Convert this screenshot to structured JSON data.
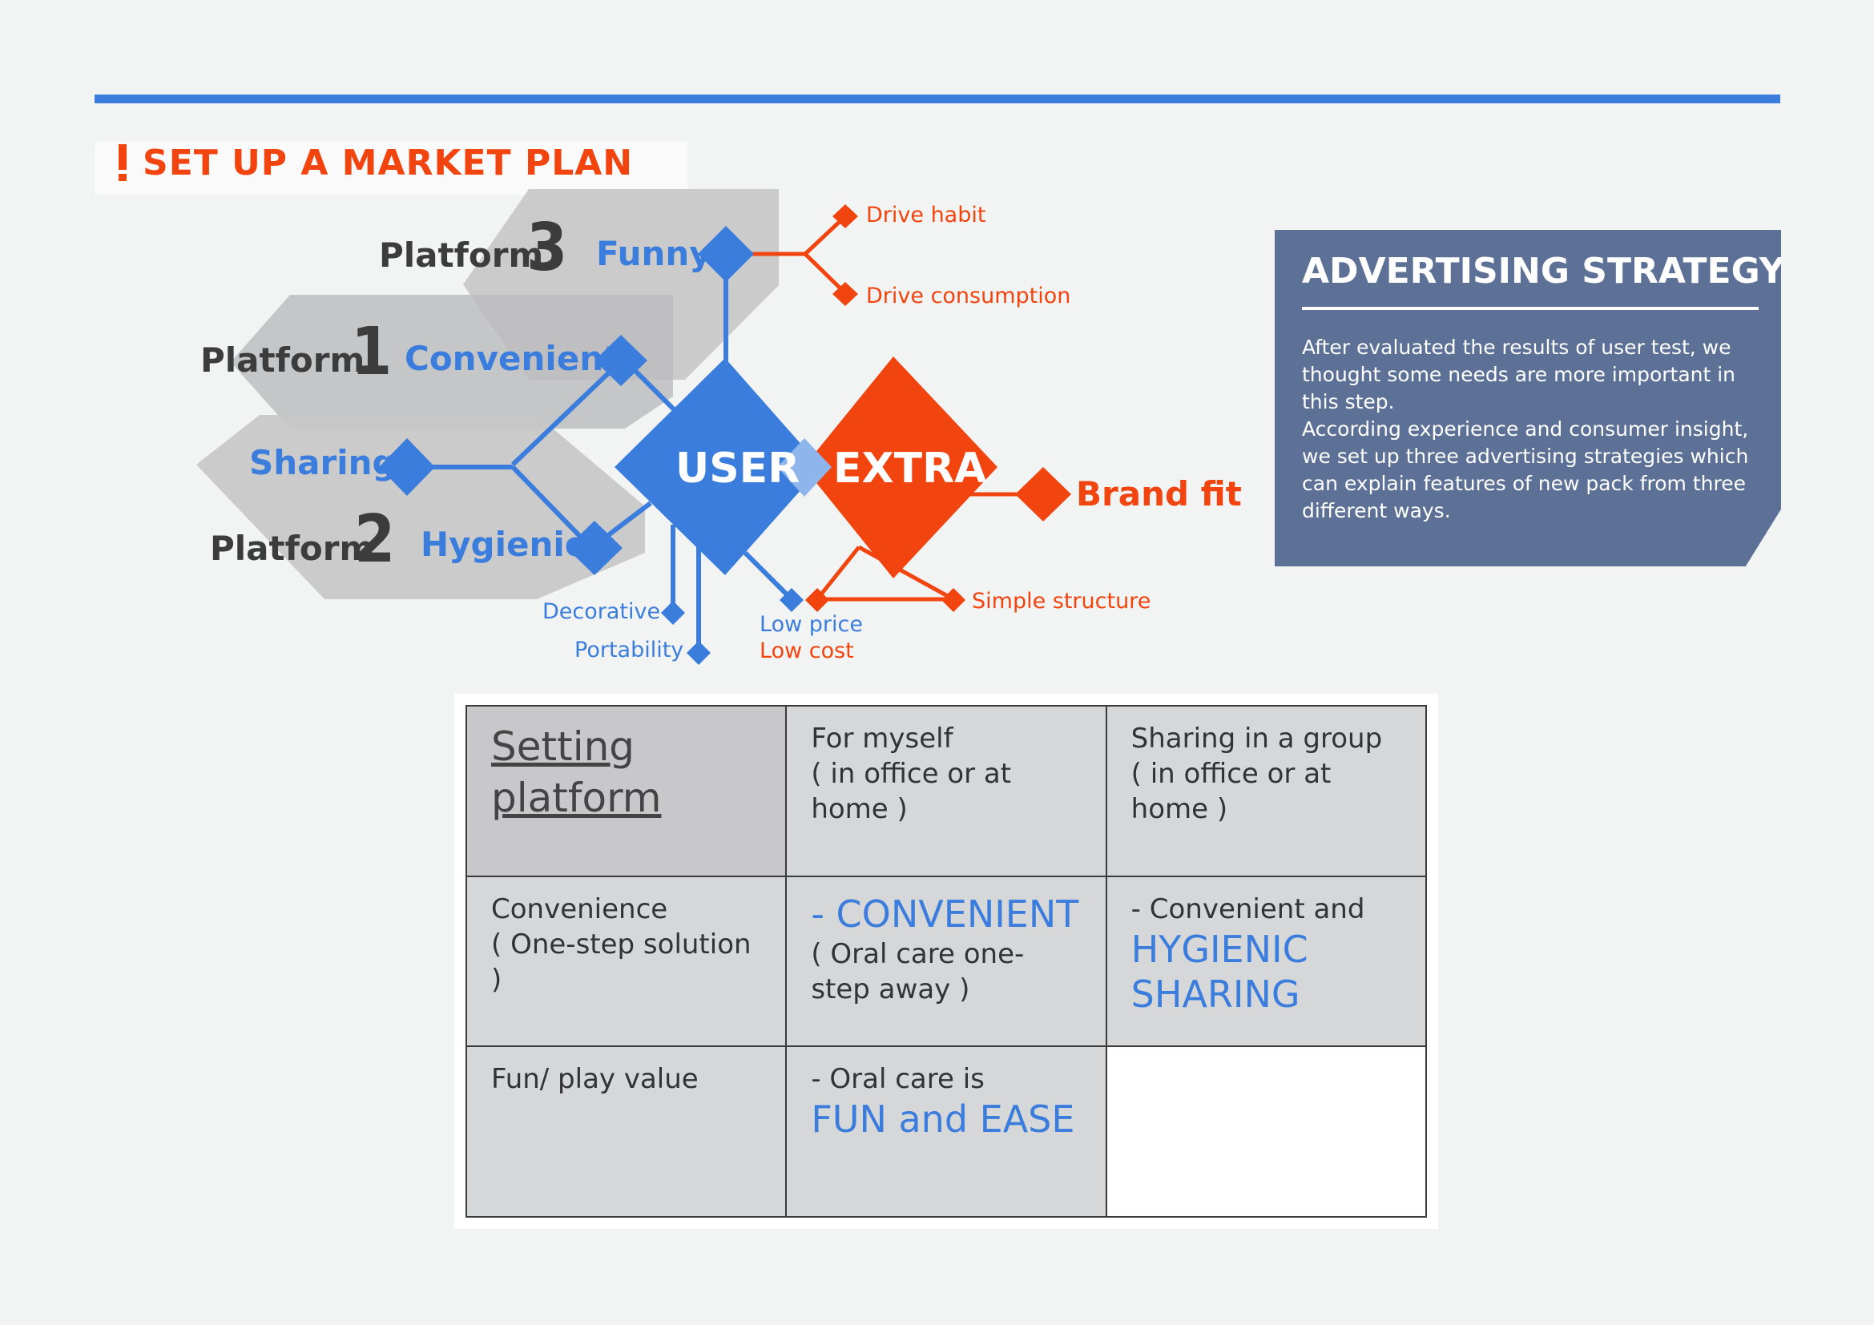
{
  "title": "SET UP A MARKET PLAN",
  "colors": {
    "blue": "#3b7ddd",
    "red": "#f2440f",
    "gray": "#c6c6c8",
    "dark": "#3c3c3c",
    "panel": "#5d7196"
  },
  "diagram": {
    "platform_word": "Platform",
    "platforms": [
      {
        "number": "3",
        "need": "Funny"
      },
      {
        "number": "1",
        "need": "Convenient"
      },
      {
        "number": "2",
        "need": "Hygienic"
      }
    ],
    "sharing": "Sharing",
    "user": "USER",
    "extra": "EXTRA",
    "drive_habit": "Drive habit",
    "drive_consumption": "Drive consumption",
    "brand_fit": "Brand fit",
    "simple_structure": "Simple structure",
    "decorative": "Decorative",
    "portability": "Portability",
    "low_price": "Low price",
    "low_cost": "Low cost"
  },
  "strategy": {
    "title": "ADVERTISING STRATEGY",
    "p1": "After evaluated the results of user test, we thought some needs are more important in this step.",
    "p2": "According experience and consumer insight, we  set up three advertising strategies which can explain features of new pack from three different ways."
  },
  "table": {
    "header": {
      "corner": "Setting platform",
      "col1_line1": "For myself",
      "col1_line2": "( in office or at home )",
      "col2_line1": "Sharing in a group",
      "col2_line2": "( in office or at home )"
    },
    "row1": {
      "label_line1": "Convenience",
      "label_line2": "( One-step solution )",
      "c1_hl": "- CONVENIENT",
      "c1_sub": "( Oral care one-step away )",
      "c2_pre": "- Convenient and",
      "c2_hl1": "HYGIENIC",
      "c2_hl2": "SHARING"
    },
    "row2": {
      "label": "Fun/ play value",
      "c1_pre": "- Oral care is",
      "c1_hl": "FUN and EASE"
    }
  }
}
